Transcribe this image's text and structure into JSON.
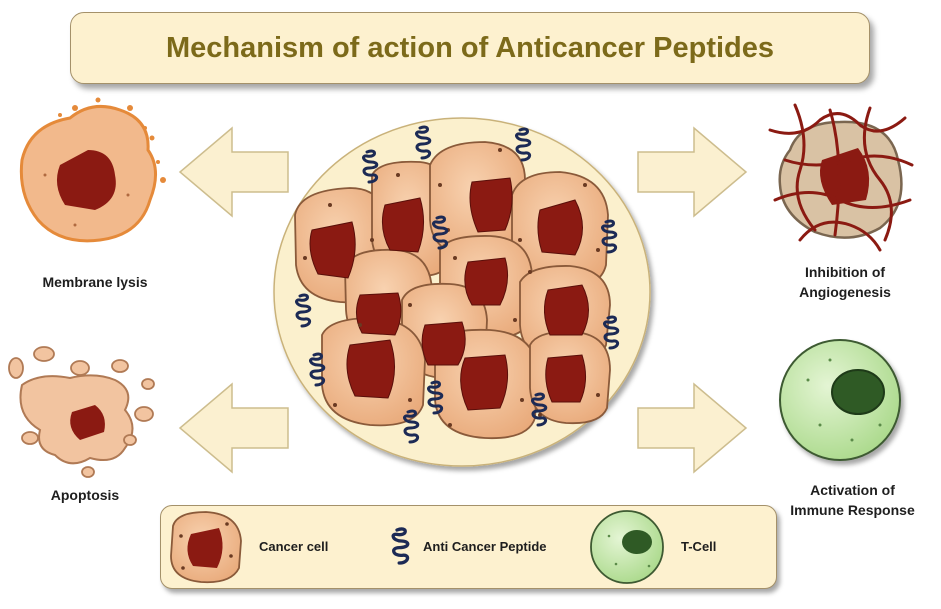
{
  "title": "Mechanism of action of Anticancer Peptides",
  "mechanisms": {
    "membrane_lysis": "Membrane lysis",
    "apoptosis": "Apoptosis",
    "angiogenesis_line1": "Inhibition of",
    "angiogenesis_line2": "Angiogenesis",
    "immune_line1": "Activation of",
    "immune_line2": "Immune Response"
  },
  "legend": {
    "cancer_cell": "Cancer cell",
    "peptide": "Anti Cancer Peptide",
    "t_cell": "T-Cell"
  },
  "colors": {
    "cell_fill": "#f5c39a",
    "cell_stroke": "#8a5a3a",
    "nucleus": "#8b1a12",
    "peptide": "#1c2a55",
    "panel": "#fdf1cf",
    "arrow": "#fbf0d0",
    "tcell": "#c8e8b0",
    "tcell_nucleus": "#2f5a25",
    "vessel": "#8b1a12"
  },
  "icons": [
    "helix-peptide-icon",
    "cancer-cell-icon",
    "t-cell-icon",
    "arrow-icon"
  ]
}
